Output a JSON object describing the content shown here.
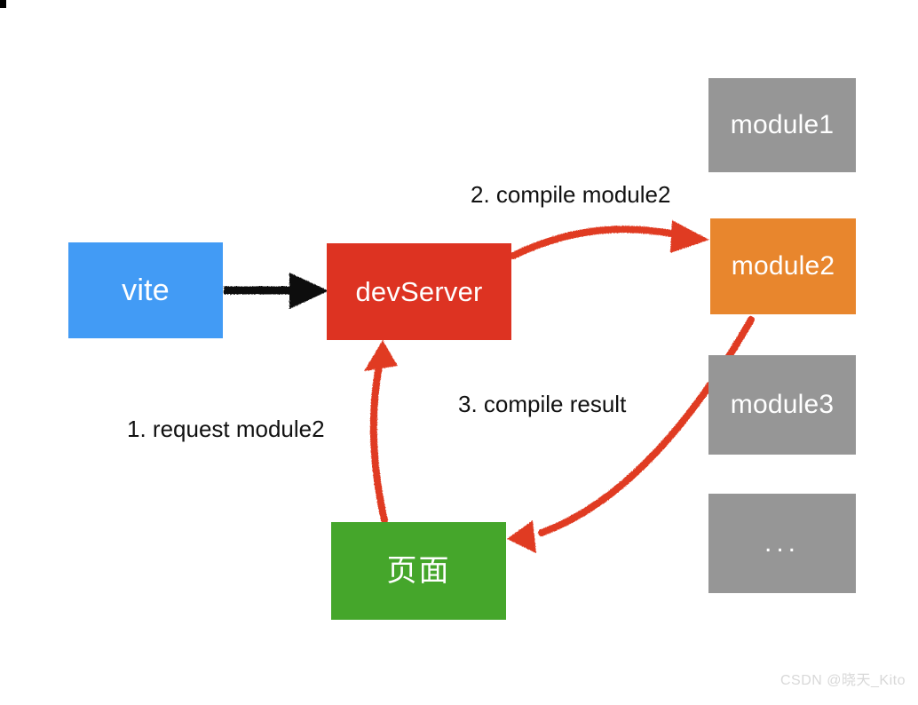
{
  "diagram": {
    "title": "vite dev server on-demand compilation flow",
    "background": "#ffffff",
    "nodes": [
      {
        "id": "vite",
        "label": "vite",
        "color": "#429bf5"
      },
      {
        "id": "devserver",
        "label": "devServer",
        "color": "#dd3322"
      },
      {
        "id": "module1",
        "label": "module1",
        "color": "#969696"
      },
      {
        "id": "module2",
        "label": "module2",
        "color": "#e8862d"
      },
      {
        "id": "module3",
        "label": "module3",
        "color": "#969696"
      },
      {
        "id": "ellipsis",
        "label": "...",
        "color": "#969696"
      },
      {
        "id": "page",
        "label": "页面",
        "color": "#45a62b"
      }
    ],
    "edges": [
      {
        "id": "vite-to-devserver",
        "from": "vite",
        "to": "devserver",
        "label": "",
        "color": "#111111"
      },
      {
        "id": "page-to-devserver",
        "from": "page",
        "to": "devserver",
        "label": "1. request module2",
        "color": "#e03a21"
      },
      {
        "id": "devserver-to-module2",
        "from": "devserver",
        "to": "module2",
        "label": "2. compile module2",
        "color": "#e03a21"
      },
      {
        "id": "module2-to-page",
        "from": "module2",
        "to": "page",
        "label": "3. compile result",
        "color": "#e03a21"
      }
    ]
  },
  "labels": {
    "step1": "1. request module2",
    "step2": "2. compile module2",
    "step3": "3. compile result"
  },
  "watermark": {
    "text": "CSDN @晓天_Kito"
  }
}
